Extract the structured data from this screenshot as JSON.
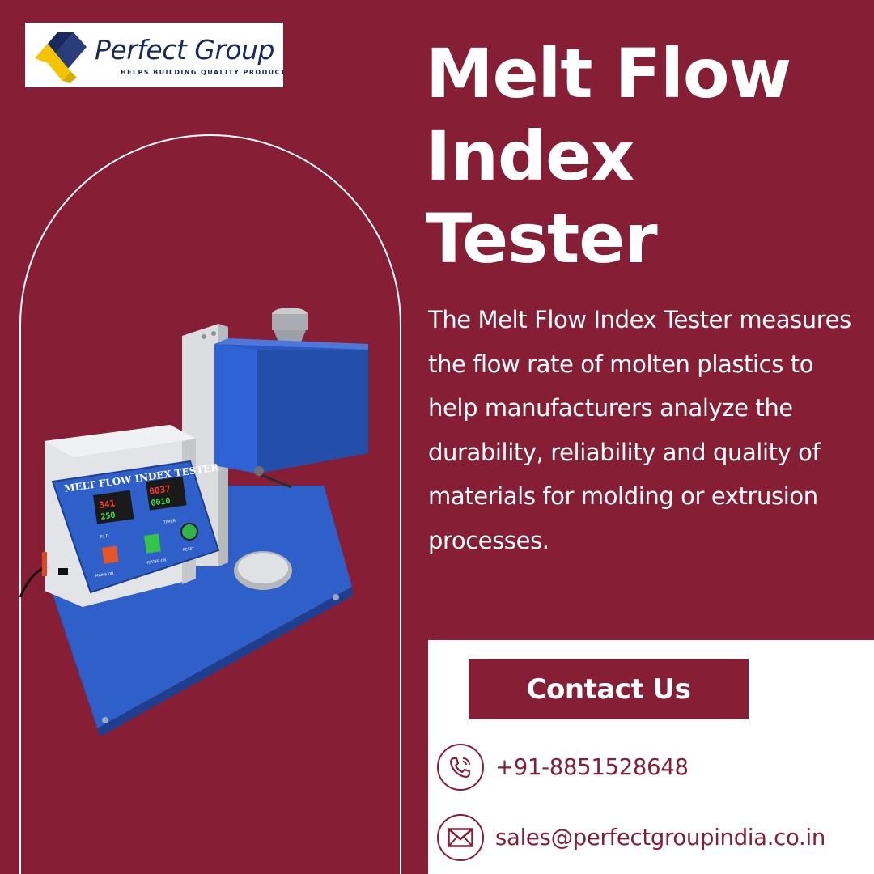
{
  "logo": {
    "name": "Perfect Group",
    "tagline": "HELPS BUILDING QUALITY PRODUCT"
  },
  "title": {
    "lines": [
      "Melt Flow",
      "Index",
      "Tester"
    ]
  },
  "description": "The Melt Flow Index Tester measures the flow rate of molten plastics to help manufacturers analyze the durability, reliability and quality of materials for molding or extrusion processes.",
  "product": {
    "panel_label": "MELT FLOW INDEX TESTER",
    "display_pid_top": "341",
    "display_pid_bottom": "250",
    "display_timer_top": "0037",
    "display_timer_bottom": "0010",
    "label_pid": "P.I.D",
    "label_timer": "TIMER",
    "label_mains": "MAINS ON",
    "label_heater": "HEATER ON",
    "label_reset": "RESET"
  },
  "contact": {
    "button_label": "Contact Us",
    "phone": "+91-8851528648",
    "email": "sales@perfectgroupindia.co.in"
  },
  "colors": {
    "background": "#861f36",
    "panel": "#ffffff",
    "machine_blue": "#2f5fc9",
    "logo_navy": "#1b2a5c",
    "logo_yellow": "#f5c400"
  }
}
